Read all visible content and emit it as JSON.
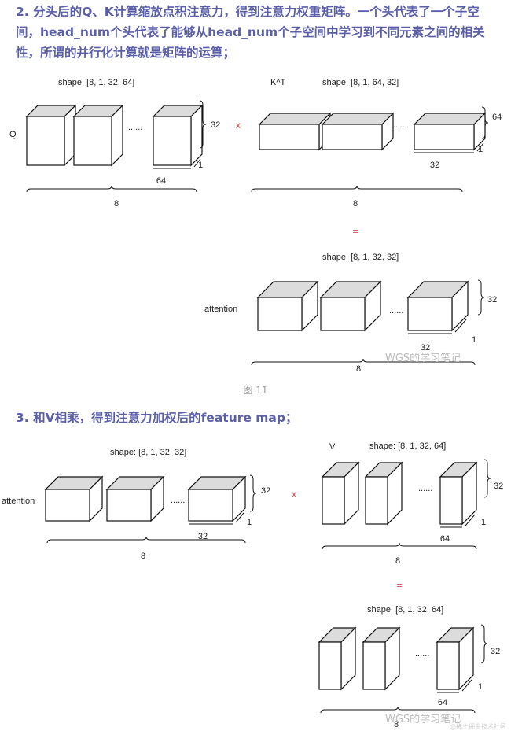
{
  "heading1": "2. 分头后的Q、K计算缩放点积注意力，得到注意力权重矩阵。一个头代表了一个子空间，head_num个头代表了能够从head_num个子空间中学习到不同元素之间的相关性，所谓的并行化计算就是矩阵的运算；",
  "heading2": "3. 和V相乘，得到注意力加权后的feature map；",
  "caption": "图 11",
  "watermark": "WGS的学习笔记",
  "watermark_small": "@稀土掘金技术社区",
  "ops": {
    "times": "x",
    "equals": "="
  },
  "ellipsis": "......",
  "groups": [
    {
      "id": "q",
      "name": "Q",
      "shape": "shape: [8, 1, 32, 64]",
      "dims": [
        "32",
        "1",
        "64"
      ],
      "count": "8"
    },
    {
      "id": "kt",
      "name": "K^T",
      "shape": "shape: [8, 1, 64, 32]",
      "dims": [
        "64",
        "1",
        "32"
      ],
      "count": "8"
    },
    {
      "id": "att1",
      "name": "attention",
      "shape": "shape: [8, 1, 32, 32]",
      "dims": [
        "32",
        "1",
        "32"
      ],
      "count": "8"
    },
    {
      "id": "att2",
      "name": "attention",
      "shape": "shape: [8, 1, 32, 32]",
      "dims": [
        "32",
        "1",
        "32"
      ],
      "count": "8"
    },
    {
      "id": "v",
      "name": "V",
      "shape": "shape: [8, 1, 32, 64]",
      "dims": [
        "32",
        "1",
        "64"
      ],
      "count": "8"
    },
    {
      "id": "out",
      "name": "",
      "shape": "shape: [8, 1, 32, 64]",
      "dims": [
        "32",
        "1",
        "64"
      ],
      "count": "8"
    }
  ]
}
